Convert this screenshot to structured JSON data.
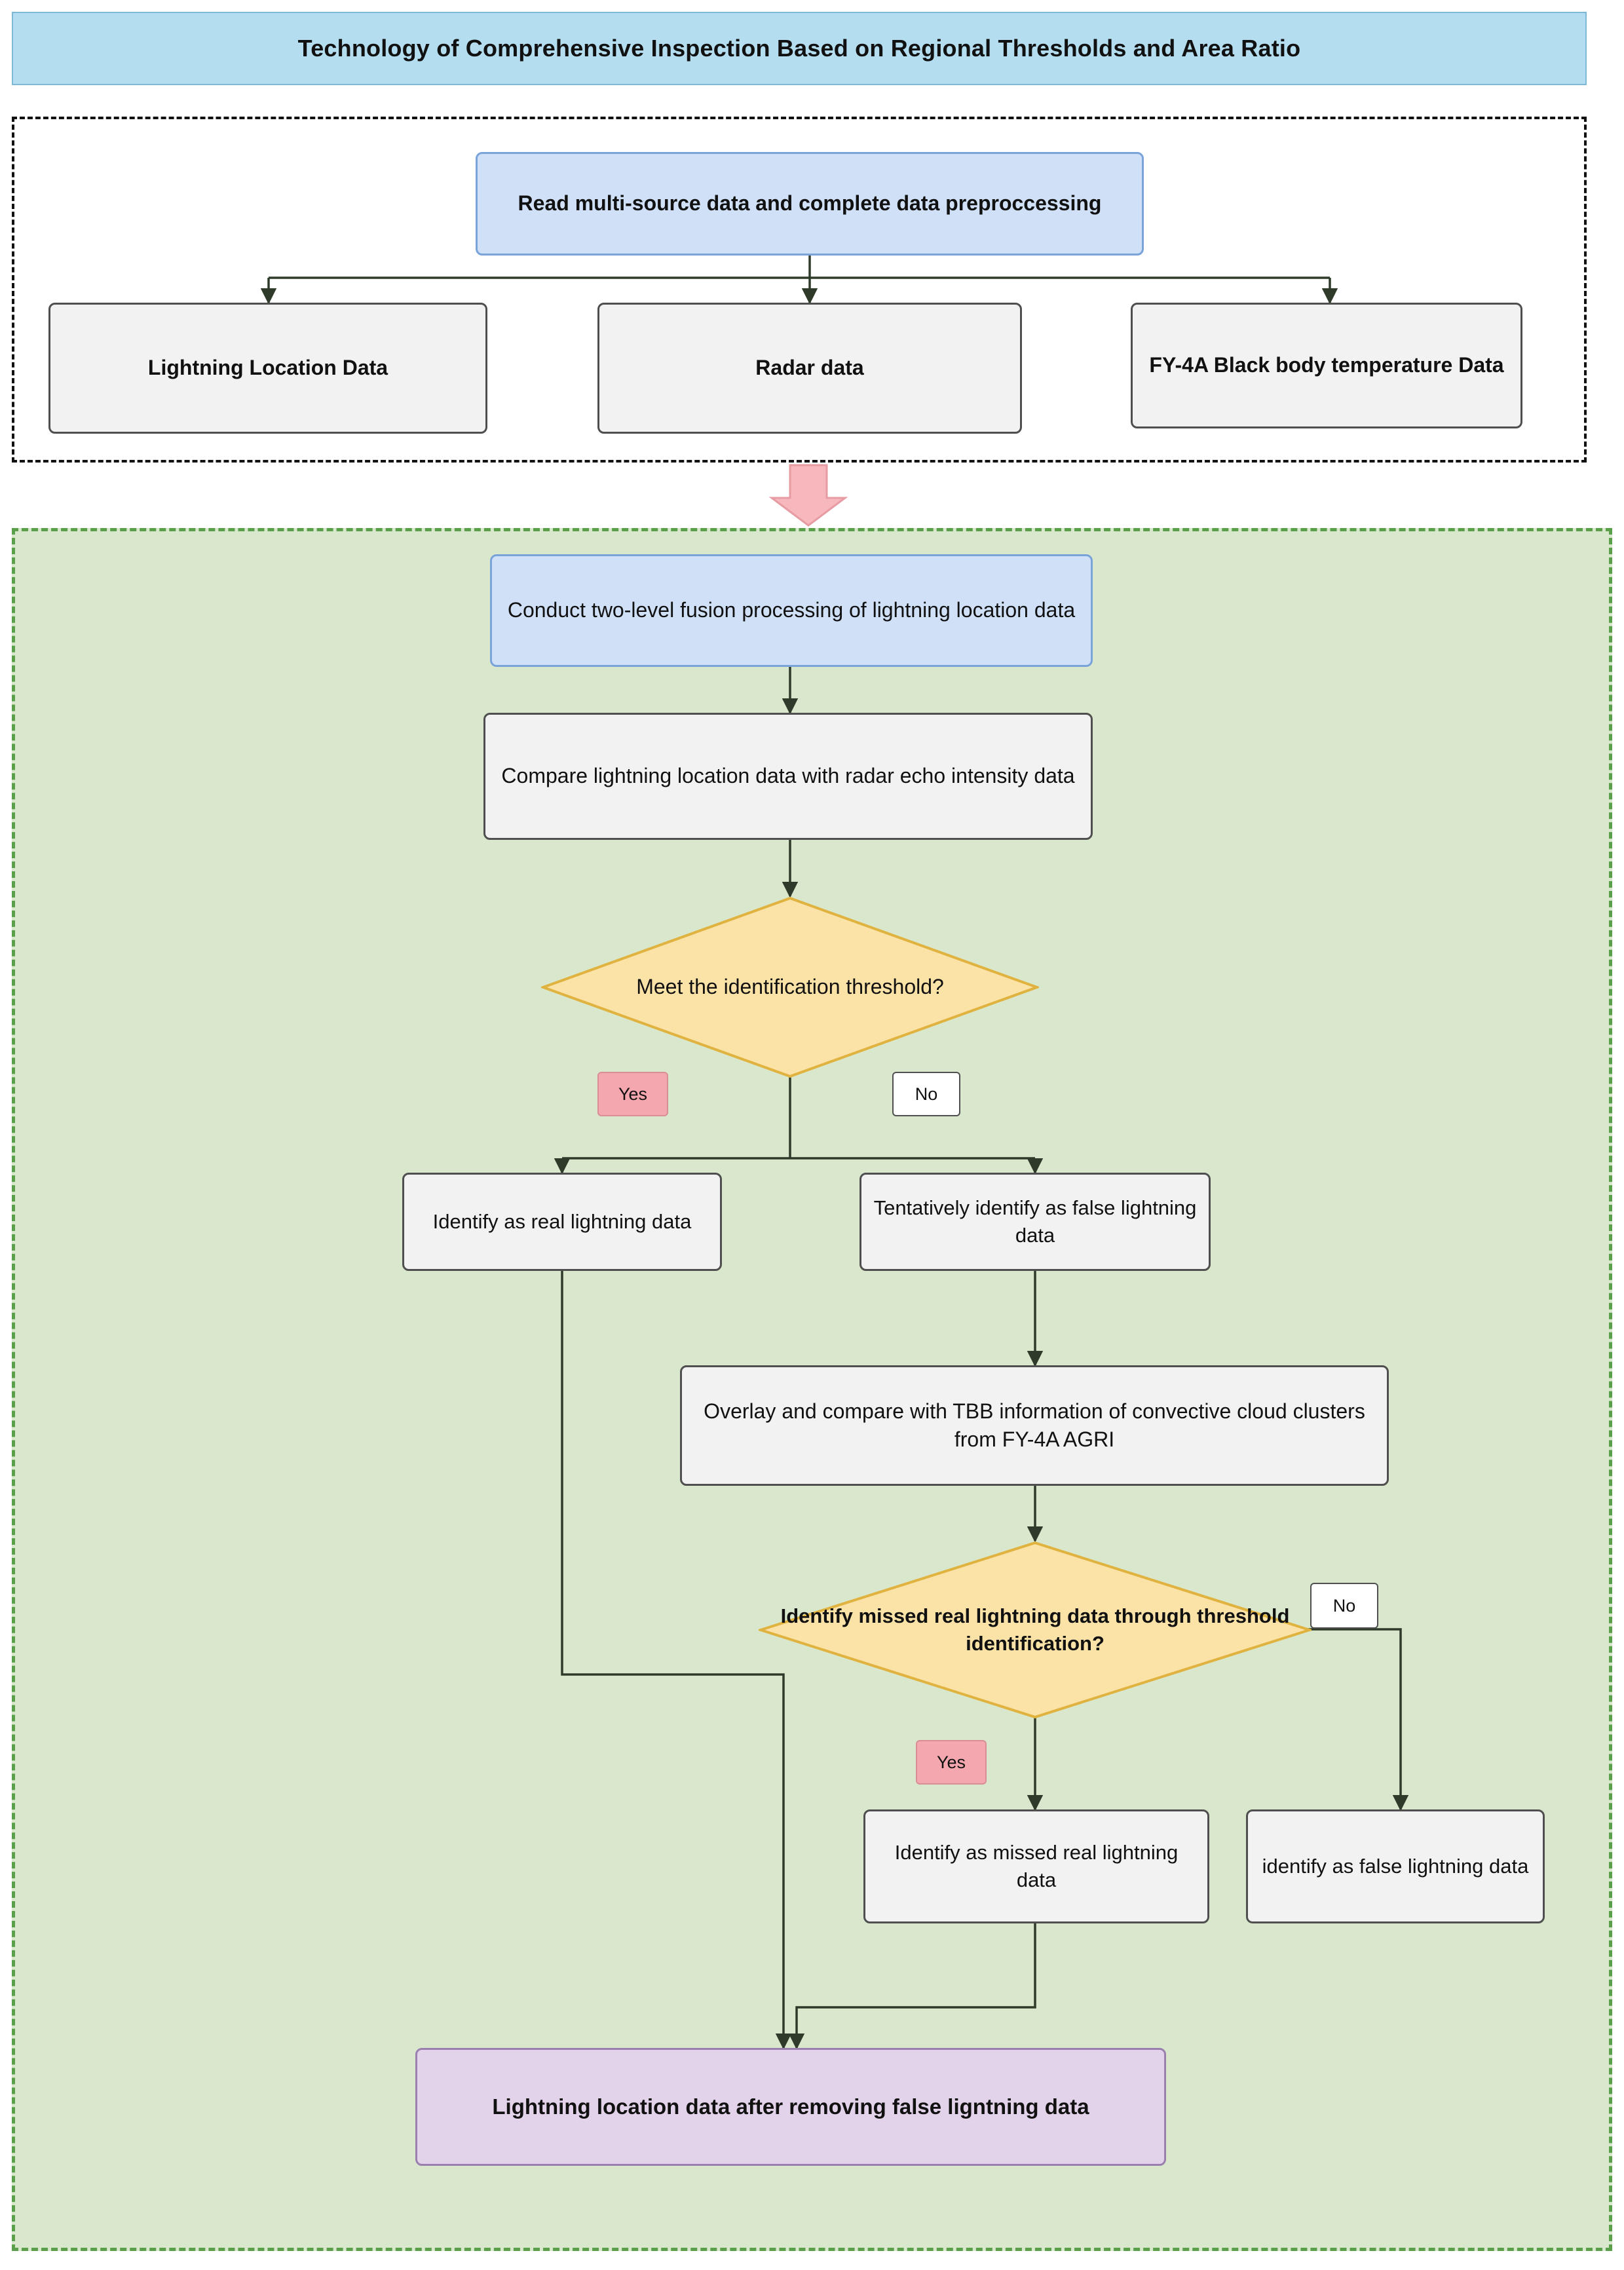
{
  "title": {
    "text": "Technology of Comprehensive Inspection Based on Regional Thresholds and Area Ratio"
  },
  "colors": {
    "banner_bg": "#b4ddf0",
    "blue_node": "#cfe0f7",
    "grey_node": "#f2f2f2",
    "diamond": "#fbe2a7",
    "yes_label": "#f4a7ae",
    "purple_node": "#e3d3ea",
    "stage2_bg": "#d9e8cd",
    "stage2_border": "#5aa04a",
    "arrow_big": "#f6b8bc",
    "line": "#2f3b2a"
  },
  "stage1": {
    "input_node": "Read multi-source data and complete data preproccessing",
    "sources": [
      "Lightning Location Data",
      "Radar data",
      "FY-4A Black body temperature Data"
    ]
  },
  "stage2": {
    "fusion_node": "Conduct two-level fusion processing of lightning location data",
    "compare_node": "Compare lightning location data with radar echo intensity data",
    "decision1": "Meet the identification threshold?",
    "decision1_yes": "Yes",
    "decision1_no": "No",
    "real_node": "Identify as real lightning data",
    "false_tentative_node": "Tentatively identify as false lightning data",
    "overlay_node": "Overlay and compare with TBB information of convective cloud clusters from FY-4A AGRI",
    "decision2": "Identify missed real lightning data through threshold identification?",
    "decision2_yes": "Yes",
    "decision2_no": "No",
    "missed_real_node": "Identify as missed real lightning data",
    "false_node": "identify as false lightning data",
    "result_node": "Lightning location data after removing false ligntning data"
  }
}
